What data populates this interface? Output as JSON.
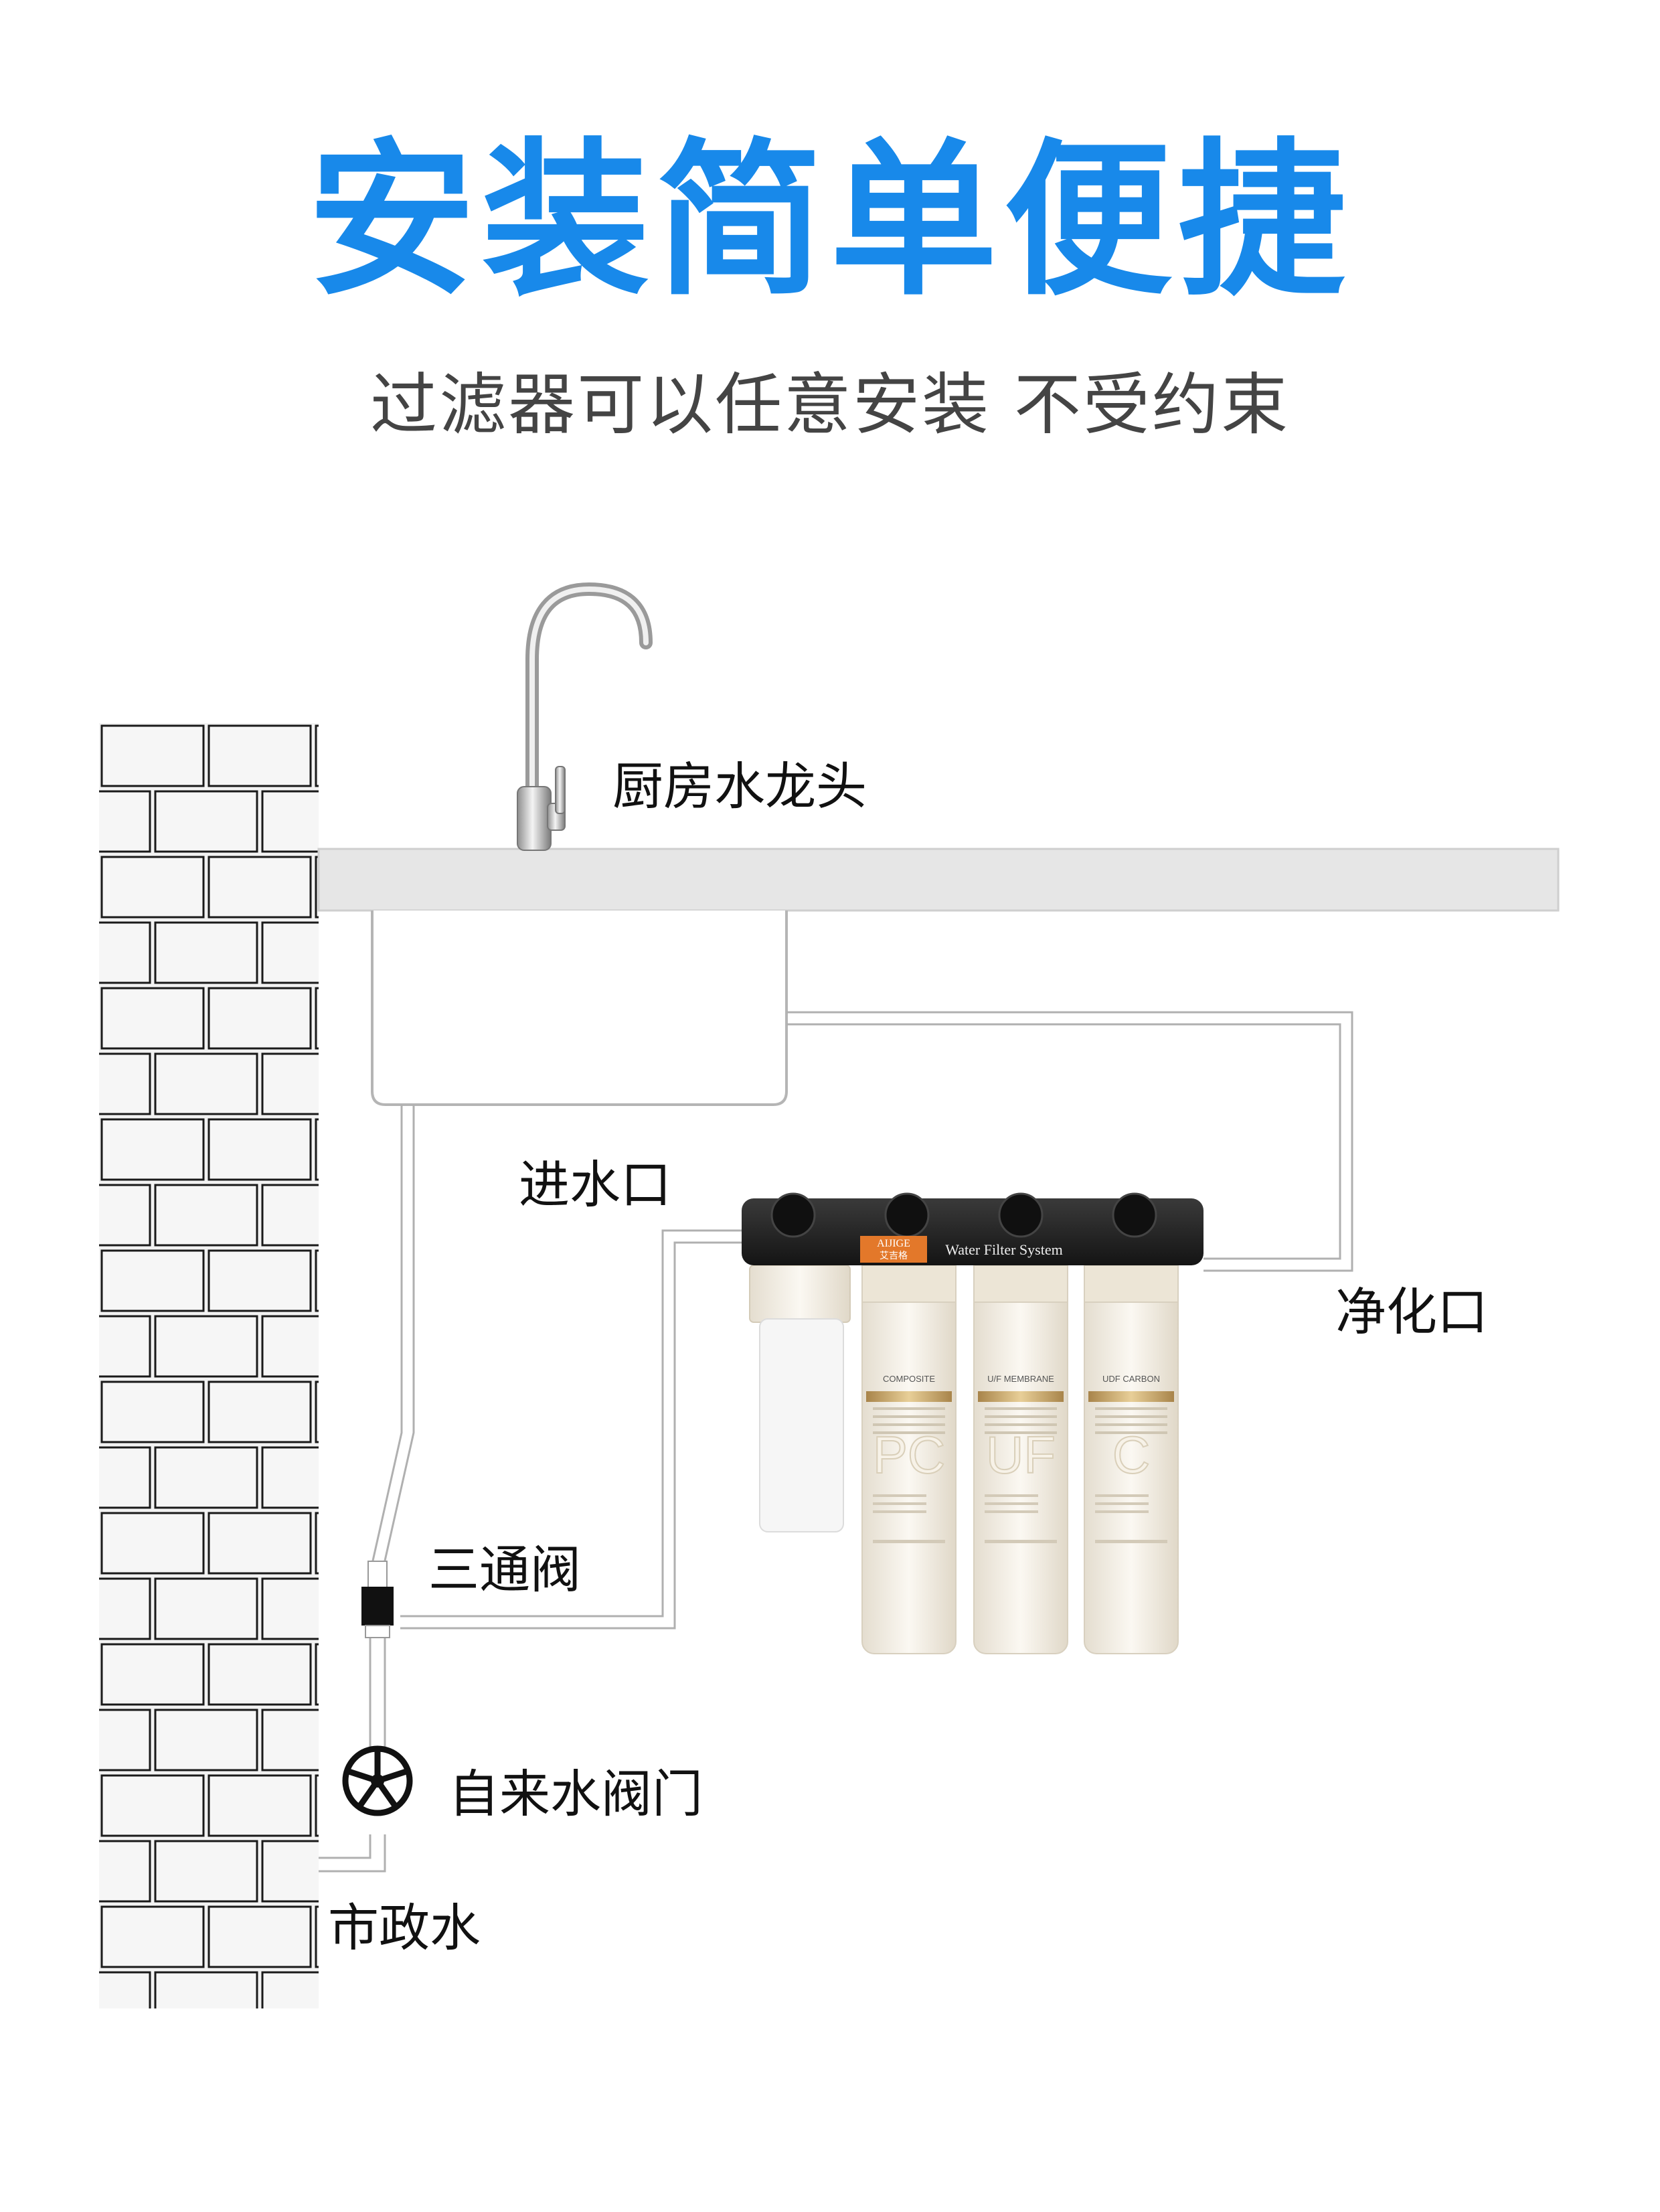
{
  "header": {
    "title": "安装简单便捷",
    "subtitle": "过滤器可以任意安装 不受约束"
  },
  "labels": {
    "faucet": "厨房水龙头",
    "inlet": "进水口",
    "outlet": "净化口",
    "tee_valve": "三通阀",
    "tap_valve": "自来水阀门",
    "municipal": "市政水"
  },
  "filter": {
    "brand": "AIJIGE",
    "brand_cn": "艾吉格",
    "header_text": "Water Filter System",
    "cartridges": [
      {
        "label": "COMPOSITE",
        "code": "PC"
      },
      {
        "label": "U/F MEMBRANE",
        "code": "UF"
      },
      {
        "label": "UDF CARBON",
        "code": "C"
      }
    ]
  },
  "colors": {
    "title": "#1889ea",
    "pipe": "#b0b0b0",
    "counter": "#e6e6e6",
    "filter_head": "#2a2a2a",
    "cartridge": "#f3ede2",
    "gold_band": "#c8a46a"
  }
}
